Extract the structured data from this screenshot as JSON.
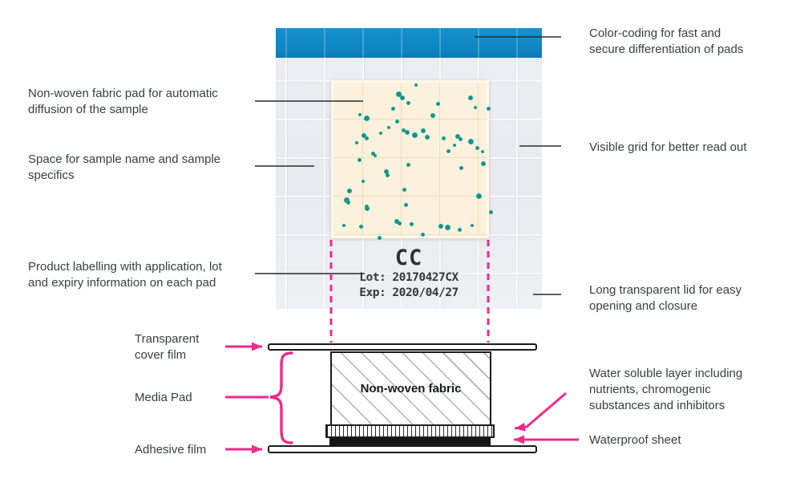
{
  "plate": {
    "code": "CC",
    "lot": "Lot: 20170427CX",
    "exp": "Exp: 2020/04/27",
    "colonies": [
      [
        103,
        3,
        4
      ],
      [
        81,
        14,
        7
      ],
      [
        86,
        19,
        6
      ],
      [
        93,
        25,
        5
      ],
      [
        130,
        26,
        5
      ],
      [
        171,
        19,
        6
      ],
      [
        177,
        31,
        4
      ],
      [
        193,
        32,
        5
      ],
      [
        33,
        40,
        4
      ],
      [
        41,
        44,
        7
      ],
      [
        74,
        32,
        5
      ],
      [
        79,
        48,
        5
      ],
      [
        124,
        41,
        6
      ],
      [
        69,
        56,
        4
      ],
      [
        87,
        59,
        5
      ],
      [
        92,
        62,
        6
      ],
      [
        101,
        65,
        7
      ],
      [
        112,
        60,
        6
      ],
      [
        117,
        68,
        6
      ],
      [
        137,
        69,
        5
      ],
      [
        155,
        67,
        6
      ],
      [
        158,
        70,
        5
      ],
      [
        171,
        73,
        7
      ],
      [
        179,
        81,
        5
      ],
      [
        186,
        86,
        4
      ],
      [
        38,
        66,
        6
      ],
      [
        41,
        69,
        5
      ],
      [
        29,
        75,
        4
      ],
      [
        59,
        63,
        4
      ],
      [
        49,
        88,
        5
      ],
      [
        52,
        91,
        4
      ],
      [
        32,
        96,
        5
      ],
      [
        93,
        102,
        5
      ],
      [
        143,
        85,
        5
      ],
      [
        151,
        78,
        4
      ],
      [
        159,
        106,
        5
      ],
      [
        187,
        101,
        6
      ],
      [
        66,
        111,
        6
      ],
      [
        67,
        115,
        5
      ],
      [
        37,
        123,
        4
      ],
      [
        88,
        133,
        5
      ],
      [
        20,
        135,
        6
      ],
      [
        16,
        146,
        7
      ],
      [
        18,
        149,
        5
      ],
      [
        41,
        154,
        5
      ],
      [
        42,
        157,
        6
      ],
      [
        90,
        152,
        5
      ],
      [
        181,
        141,
        7
      ],
      [
        196,
        161,
        5
      ],
      [
        13,
        178,
        4
      ],
      [
        34,
        179,
        5
      ],
      [
        79,
        173,
        6
      ],
      [
        82,
        175,
        5
      ],
      [
        97,
        176,
        5
      ],
      [
        111,
        189,
        5
      ],
      [
        134,
        179,
        6
      ],
      [
        142,
        180,
        7
      ],
      [
        157,
        183,
        5
      ],
      [
        173,
        178,
        4
      ],
      [
        57,
        193,
        5
      ]
    ]
  },
  "annotations": {
    "nonwoven_pad": "Non-woven fabric pad for automatic\ndiffusion of the sample",
    "sample_space": "Space for sample name and sample\nspecifics",
    "product_labelling": "Product labelling with application, lot\nand expiry information on each pad",
    "color_coding": "Color-coding for fast and\nsecure differentiation of pads",
    "visible_grid": "Visible grid for better read out",
    "long_lid": "Long transparent lid for easy\nopening and closure",
    "water_soluble": "Water soluble layer including\nnutrients, chromogenic\nsubstances and inhibitors",
    "waterproof_sheet": "Waterproof sheet",
    "cover_film": "Transparent\ncover film",
    "media_pad": "Media Pad",
    "adhesive_film": "Adhesive film"
  },
  "diagram": {
    "fabric_label": "Non-woven fabric"
  },
  "colors": {
    "accent_pink": "#ec2a8d",
    "strip_blue": "#0f86c3",
    "colony_teal": "#1fa29a",
    "pad_cream": "#fbf1dd",
    "connector_black": "#2b2b2b",
    "text": "#3a3d42"
  }
}
